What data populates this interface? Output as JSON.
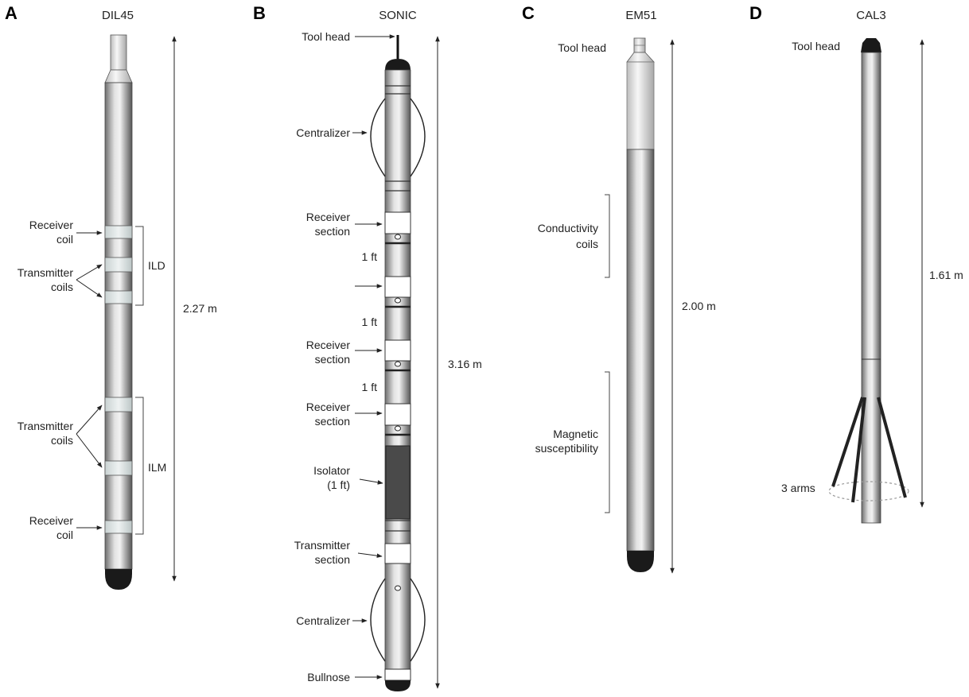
{
  "panels": [
    {
      "letter": "A",
      "title": "DIL45",
      "length": "2.27 m",
      "labels": {
        "receiver_coil_top": [
          "Receiver",
          "coil"
        ],
        "transmitter_coils_1": [
          "Transmitter",
          "coils"
        ],
        "ild": "ILD",
        "transmitter_coils_2": [
          "Transmitter",
          "coils"
        ],
        "ilm": "ILM",
        "receiver_coil_bottom": [
          "Receiver",
          "coil"
        ]
      }
    },
    {
      "letter": "B",
      "title": "SONIC",
      "length": "3.16 m",
      "labels": {
        "tool_head": "Tool head",
        "centralizer_top": "Centralizer",
        "receiver_section_1": [
          "Receiver",
          "section"
        ],
        "spacing_1": "1 ft",
        "spacing_2": "1 ft",
        "receiver_section_2": [
          "Receiver",
          "section"
        ],
        "spacing_3": "1 ft",
        "receiver_section_3": [
          "Receiver",
          "section"
        ],
        "isolator": [
          "Isolator",
          "(1 ft)"
        ],
        "transmitter_section": [
          "Transmitter",
          "section"
        ],
        "centralizer_bottom": "Centralizer",
        "bullnose": "Bullnose"
      }
    },
    {
      "letter": "C",
      "title": "EM51",
      "length": "2.00 m",
      "labels": {
        "tool_head": "Tool head",
        "conductivity_coils": [
          "Conductivity",
          "coils"
        ],
        "magnetic_susceptibility": [
          "Magnetic",
          "susceptibility"
        ]
      }
    },
    {
      "letter": "D",
      "title": "CAL3",
      "length": "1.61 m",
      "labels": {
        "tool_head": "Tool head",
        "arms": "3 arms"
      }
    }
  ]
}
